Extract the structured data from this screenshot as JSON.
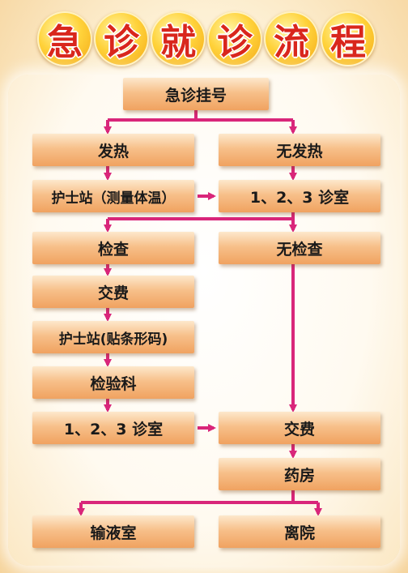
{
  "title": [
    "急",
    "诊",
    "就",
    "诊",
    "流",
    "程"
  ],
  "colors": {
    "accent": "#d9267a",
    "title_text": "#d9261c",
    "box": "#f4b070"
  },
  "nodes": {
    "registration": "急诊挂号",
    "fever": "发热",
    "no_fever": "无发热",
    "nurse_temp": "护士站（测量体温）",
    "clinic_right": "1、2、3 诊室",
    "exam": "检查",
    "no_exam": "无检查",
    "pay_left": "交费",
    "nurse_barcode": "护士站(贴条形码)",
    "lab": "检验科",
    "clinic_left": "1、2、3 诊室",
    "pay_right": "交费",
    "pharmacy": "药房",
    "infusion": "输液室",
    "discharge": "离院"
  }
}
